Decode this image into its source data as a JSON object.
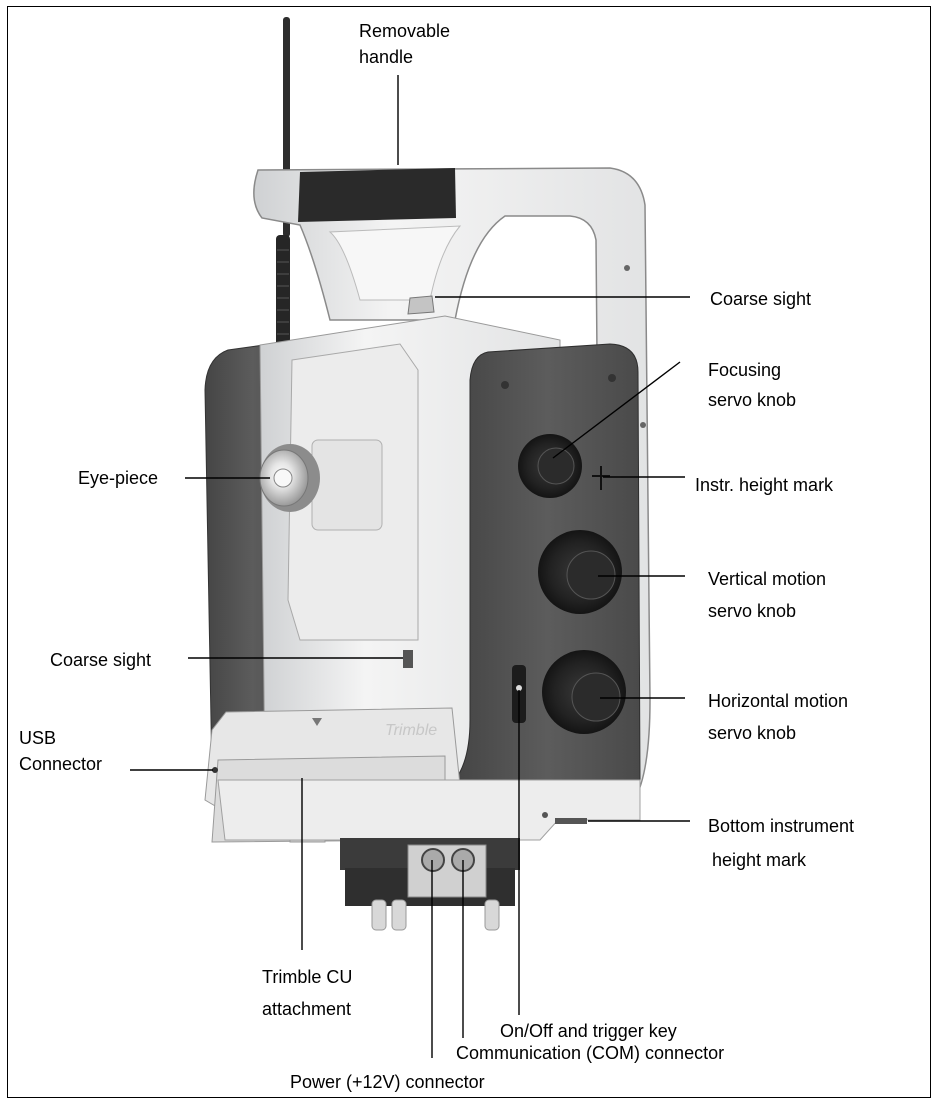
{
  "labels": {
    "removable_handle": [
      "Removable",
      "handle"
    ],
    "coarse_sight_top": [
      "Coarse sight"
    ],
    "focusing_knob": [
      "Focusing",
      "servo knob"
    ],
    "eye_piece": [
      "Eye-piece"
    ],
    "instr_height_mark": [
      "Instr. height mark"
    ],
    "vertical_knob": [
      "Vertical motion",
      "servo knob"
    ],
    "coarse_sight_side": [
      "Coarse sight"
    ],
    "horizontal_knob": [
      "Horizontal motion",
      "servo knob"
    ],
    "usb_connector": [
      "USB",
      "Connector"
    ],
    "bottom_height_mark": [
      "Bottom instrument",
      "height mark"
    ],
    "trimble_cu": [
      "Trimble CU",
      "attachment"
    ],
    "on_off_key": [
      "On/Off and trigger key"
    ],
    "com_connector": [
      "Communication (COM) connector"
    ],
    "power_connector": [
      "Power (+12V) connector"
    ]
  },
  "device_markings": {
    "brand": "Trimble"
  }
}
